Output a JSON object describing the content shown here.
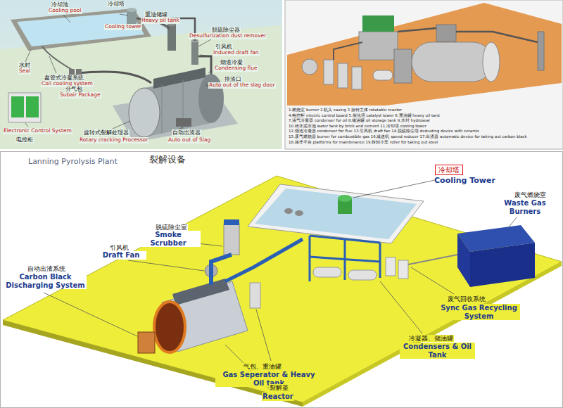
{
  "diagram": {
    "nodes": [
      {
        "text": [
          "冷却塔",
          "Cooling Tower"
        ]
      }
    ],
    "labels": [
      "冷却池",
      "Cooling pool",
      "冷却塔",
      "Cooling tower",
      "重油储罐",
      "Heavy oil tank",
      "脱硫除尘器",
      "Desulfurization dust remover",
      "引风机",
      "Induced draft fan",
      "烟道冷凝",
      "Condensing flue",
      "排渣口",
      "Auto out of the slag door",
      "水封",
      "Seal",
      "盘管式冷凝系统",
      "Coil cooling system",
      "分气包",
      "Subair Package",
      "Electronic Control System",
      "电控柜",
      "旋转式裂解处理器",
      "Rotary cracking Processor",
      "自动出渣器",
      "Auto out of Slag",
      "1.燃烧室 burner 2.机头 casing 3.旋转主体 rotatable reactor",
      "4.电控柜 electric control board 5.催化塔 catalyst tower 6.重油罐 heavy oil tank",
      "7.油气冷凝器 condenser for oil 8.储油罐 oil storage tank 9.水封 hydroseal",
      "10.砖水泥水池 water tank by brick and cement 11.冷却塔 cooling tower",
      "12.烟道冷凝器 condenser for flue 13.引风机 draft fan 14.脱硫除尘塔 dedusting device with ceramic",
      "15.废气燃烧器 burner for combustible gas 16.减速机 speed reducer 17.出渣器 automatic device for taking out carbon black",
      "18.操作平台 platforms for maintenance 19.拆卸小车 roller for taking out steel",
      "Lanning Pyrolysis Plant",
      "裂解设备",
      "废气燃烧室",
      "Waste Gas Burners",
      "脱硫除尘室",
      "Smoke Scrubber",
      "引风机",
      "Draft Fan",
      "自动出渣系统",
      "Carbon Black Discharging System",
      "废气回收系统",
      "Sync Gas Recycling System",
      "冷凝器、储油罐",
      "Condensers & Oil Tank",
      "气包、重油罐",
      "Gas Seperator & Heavy Oil tank",
      "裂解釜",
      "Reactor"
    ]
  }
}
